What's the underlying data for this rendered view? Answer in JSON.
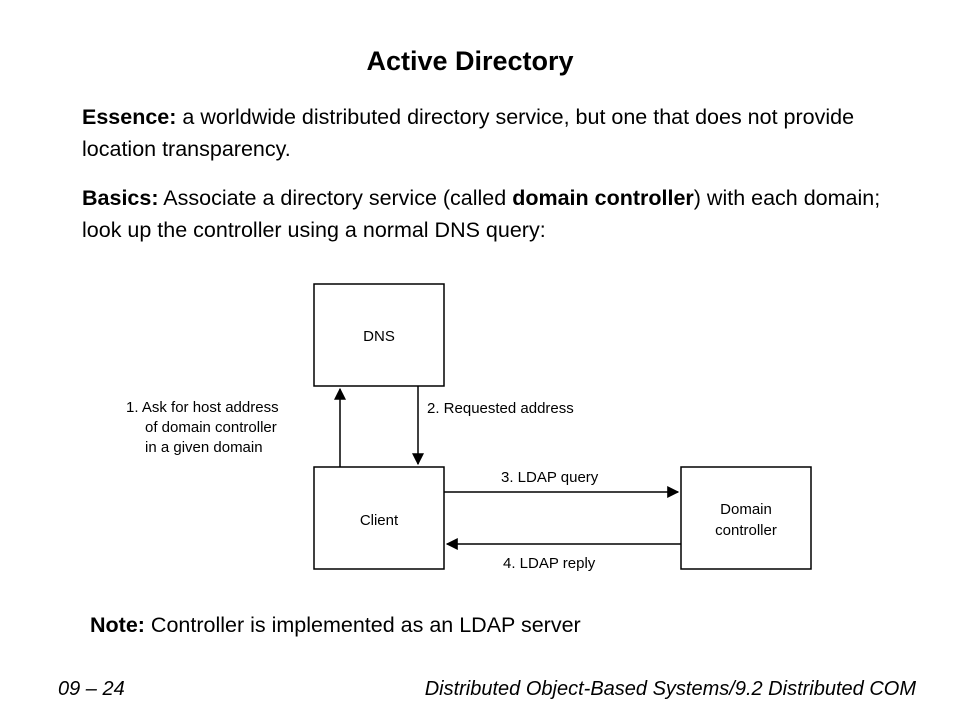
{
  "title": "Active Directory",
  "essence": {
    "label": "Essence:",
    "text": " a worldwide distributed directory service, but one that does not provide location transparency."
  },
  "basics": {
    "label": "Basics:",
    "text_before": " Associate a directory service (called ",
    "emphasis": "domain controller",
    "text_after": ") with each domain; look up the controller using a normal DNS query:"
  },
  "diagram": {
    "dns_box": "DNS",
    "client_box": "Client",
    "dc_box_line1": "Domain",
    "dc_box_line2": "controller",
    "step1_line1": "1. Ask for host address",
    "step1_line2": "of domain controller",
    "step1_line3": "in a given domain",
    "step2": "2. Requested address",
    "step3": "3. LDAP query",
    "step4": "4. LDAP reply"
  },
  "note": {
    "label": "Note:",
    "text": " Controller is implemented as an LDAP server"
  },
  "footer": {
    "left": "09 – 24",
    "right": "Distributed Object-Based Systems/9.2 Distributed COM"
  }
}
